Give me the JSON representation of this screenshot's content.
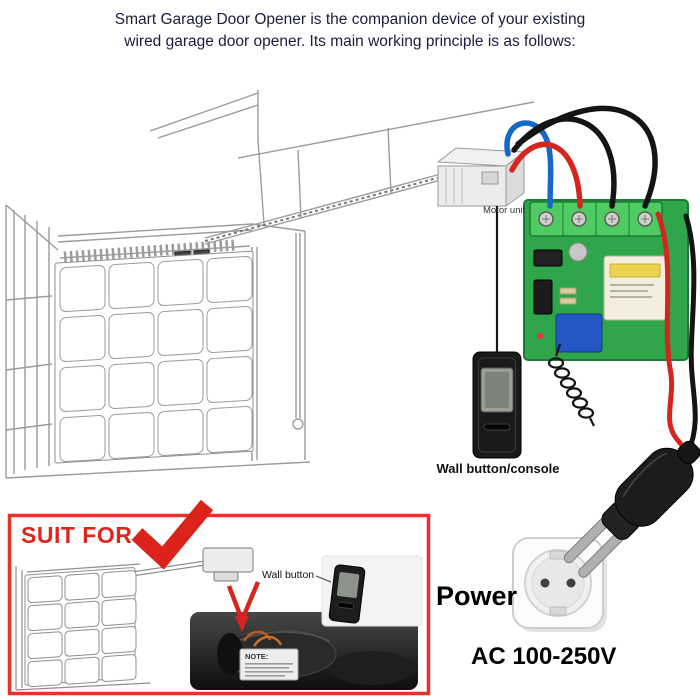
{
  "header": {
    "line1": "Smart Garage Door Opener is the companion device of your existing",
    "line2": "wired garage door opener. Its main working principle is as follows:"
  },
  "labels": {
    "motor_unit": "Motor unit",
    "wall_button_console": "Wall button/console",
    "power": "Power",
    "ac_rating": "AC 100-250V",
    "suit_for": "SUIT FOR",
    "wall_button": "Wall button",
    "note": "NOTE:"
  },
  "colors": {
    "accent_red": "#e0251c",
    "inset_border_red": "#e6342c",
    "pcb_green": "#2fa64a",
    "terminal_green": "#4ecb63",
    "wire_blue": "#1668c8",
    "wire_red": "#d6251e",
    "wire_black": "#141414",
    "header_text": "#1c1c3c"
  }
}
